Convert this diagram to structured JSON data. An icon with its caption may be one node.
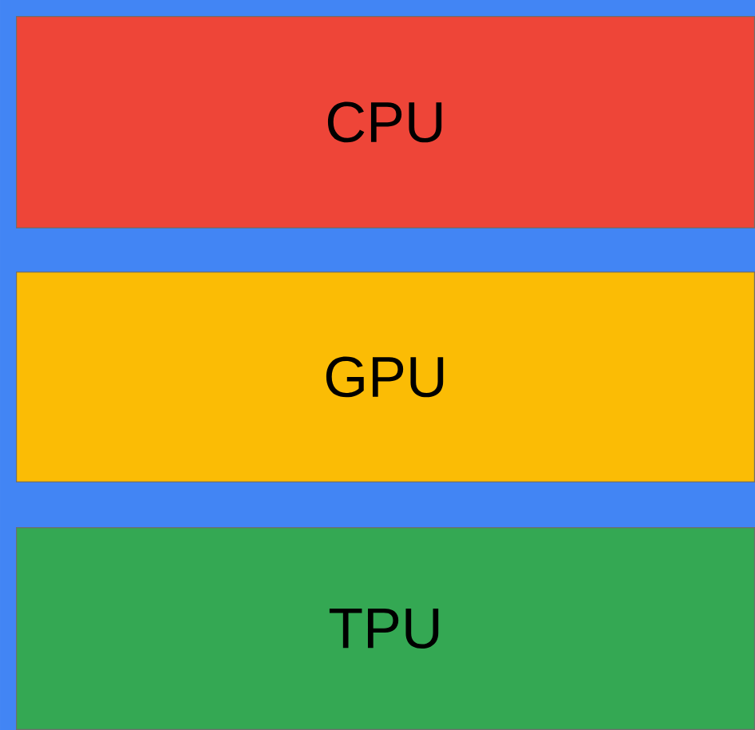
{
  "diagram": {
    "nodes": [
      {
        "text": [
          "CPU"
        ]
      },
      {
        "text": [
          "GPU"
        ]
      },
      {
        "text": [
          "TPU"
        ]
      }
    ]
  }
}
